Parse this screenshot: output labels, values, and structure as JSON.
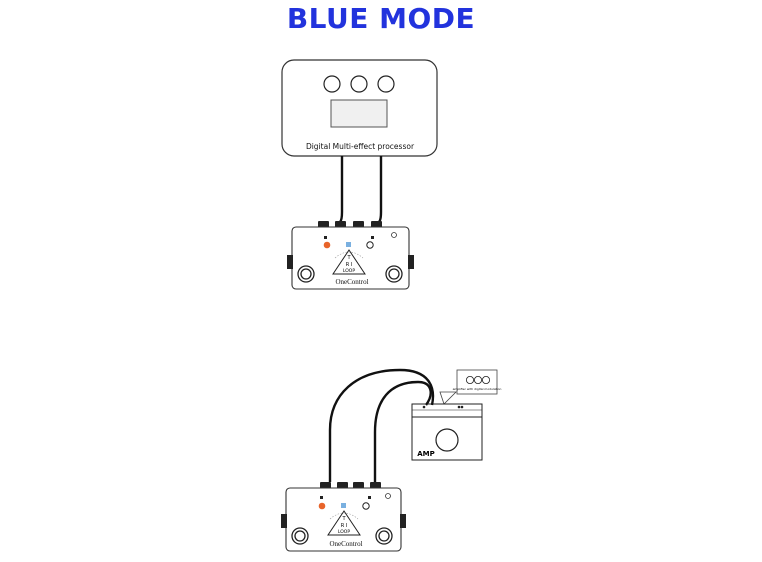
{
  "page": {
    "title": "BLUE MODE",
    "title_color": "#2233dd"
  },
  "processor": {
    "label": "Digital Multi-effect processor"
  },
  "pedal_top": {
    "brand": "OneControl",
    "logo": [
      "T",
      "R I",
      "LOOP"
    ]
  },
  "pedal_bottom": {
    "brand": "OneControl",
    "logo": [
      "T",
      "R I",
      "LOOP"
    ]
  },
  "amp": {
    "label": "AMP",
    "callout_text": "amplifier with digital modulation"
  },
  "colors": {
    "orange_led": "#e8642a",
    "blue_led": "#7ab0e0",
    "ink": "#111111",
    "panel_stroke": "#333333"
  }
}
